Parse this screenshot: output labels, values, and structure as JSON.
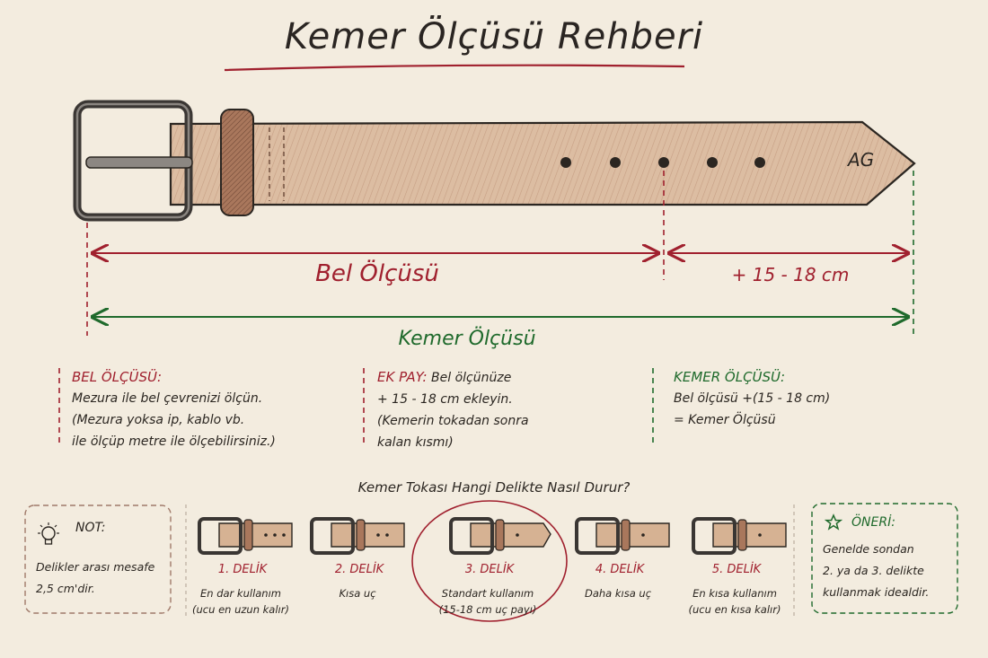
{
  "title": "Kemer Ölçüsü Rehberi",
  "monogram": "AG",
  "measure": {
    "waist_label": "Bel Ölçüsü",
    "extra_label": "+ 15 - 18 cm",
    "belt_label": "Kemer Ölçüsü"
  },
  "info": {
    "waist": {
      "heading": "BEL ÖLÇÜSÜ:",
      "lines": [
        "Mezura ile bel çevrenizi ölçün.",
        "(Mezura yoksa ip, kablo vb.",
        "ile ölçüp metre ile ölçebilirsiniz.)"
      ]
    },
    "extra": {
      "heading": "EK PAY:",
      "heading_rest": "Bel ölçünüze",
      "lines": [
        "+ 15 - 18 cm ekleyin.",
        "(Kemerin tokadan sonra",
        "kalan kısmı)"
      ]
    },
    "belt": {
      "heading": "KEMER ÖLÇÜSÜ:",
      "lines": [
        "Bel ölçüsü +(15 - 18 cm)",
        "= Kemer Ölçüsü"
      ]
    }
  },
  "question": "Kemer Tokası Hangi Delikte Nasıl Durur?",
  "note": {
    "heading": "NOT:",
    "lines": [
      "Delikler arası mesafe",
      "2,5 cm'dir."
    ]
  },
  "holes": [
    {
      "title": "1. DELİK",
      "desc": [
        "En dar kullanım",
        "(ucu en uzun kalır)"
      ]
    },
    {
      "title": "2. DELİK",
      "desc": [
        "Kısa uç"
      ]
    },
    {
      "title": "3. DELİK",
      "desc": [
        "Standart kullanım",
        "(15-18 cm uç payı)"
      ]
    },
    {
      "title": "4. DELİK",
      "desc": [
        "Daha kısa uç"
      ]
    },
    {
      "title": "5. DELİK",
      "desc": [
        "En kısa kullanım",
        "(ucu en kısa kalır)"
      ]
    }
  ],
  "tip": {
    "heading": "ÖNERİ:",
    "lines": [
      "Genelde sondan",
      "2. ya da 3. delikte",
      "kullanmak idealdir."
    ]
  },
  "colors": {
    "red": "#a0202e",
    "green": "#1f6a2c",
    "leather": "#d9b79a",
    "ink": "#2b2621"
  }
}
